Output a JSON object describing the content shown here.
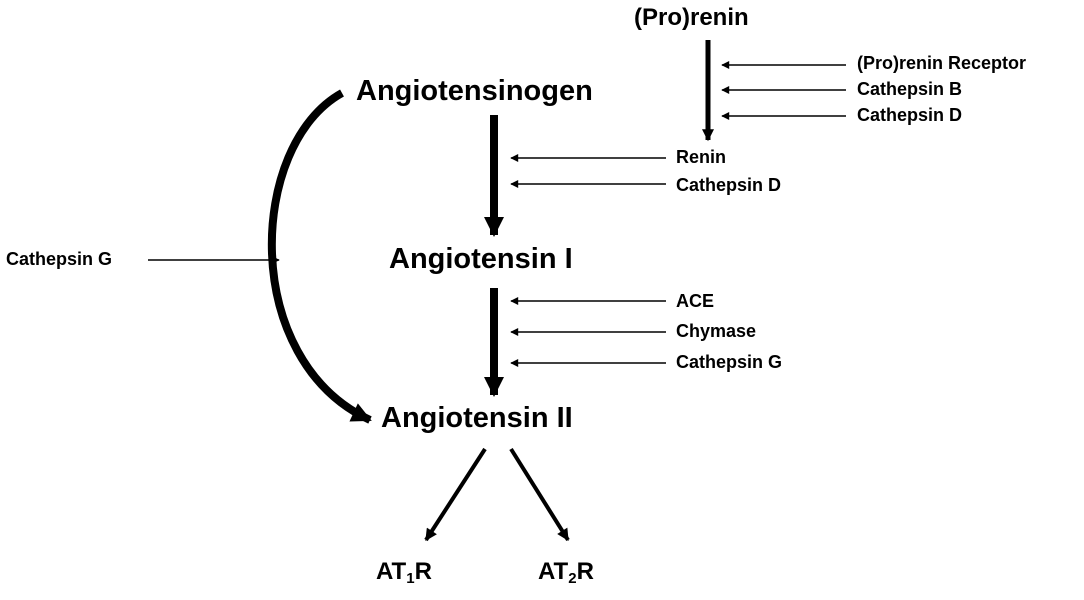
{
  "nodes": {
    "prorenin": "(Pro)renin",
    "angiotensinogen": "Angiotensinogen",
    "angiotensin_i": "Angiotensin I",
    "angiotensin_ii": "Angiotensin II",
    "at1r": {
      "prefix": "AT",
      "sub": "1",
      "suffix": "R"
    },
    "at2r": {
      "prefix": "AT",
      "sub": "2",
      "suffix": "R"
    }
  },
  "enzymes": {
    "prorenin_activation": [
      "(Pro)renin Receptor",
      "Cathepsin B",
      "Cathepsin D"
    ],
    "angiotensinogen_to_ang_i": [
      "Renin",
      "Cathepsin D"
    ],
    "ang_i_to_ang_ii": [
      "ACE",
      "Chymase",
      "Cathepsin G"
    ],
    "direct_pathway": "Cathepsin G"
  },
  "colors": {
    "ink": "#000000",
    "background": "#ffffff"
  }
}
